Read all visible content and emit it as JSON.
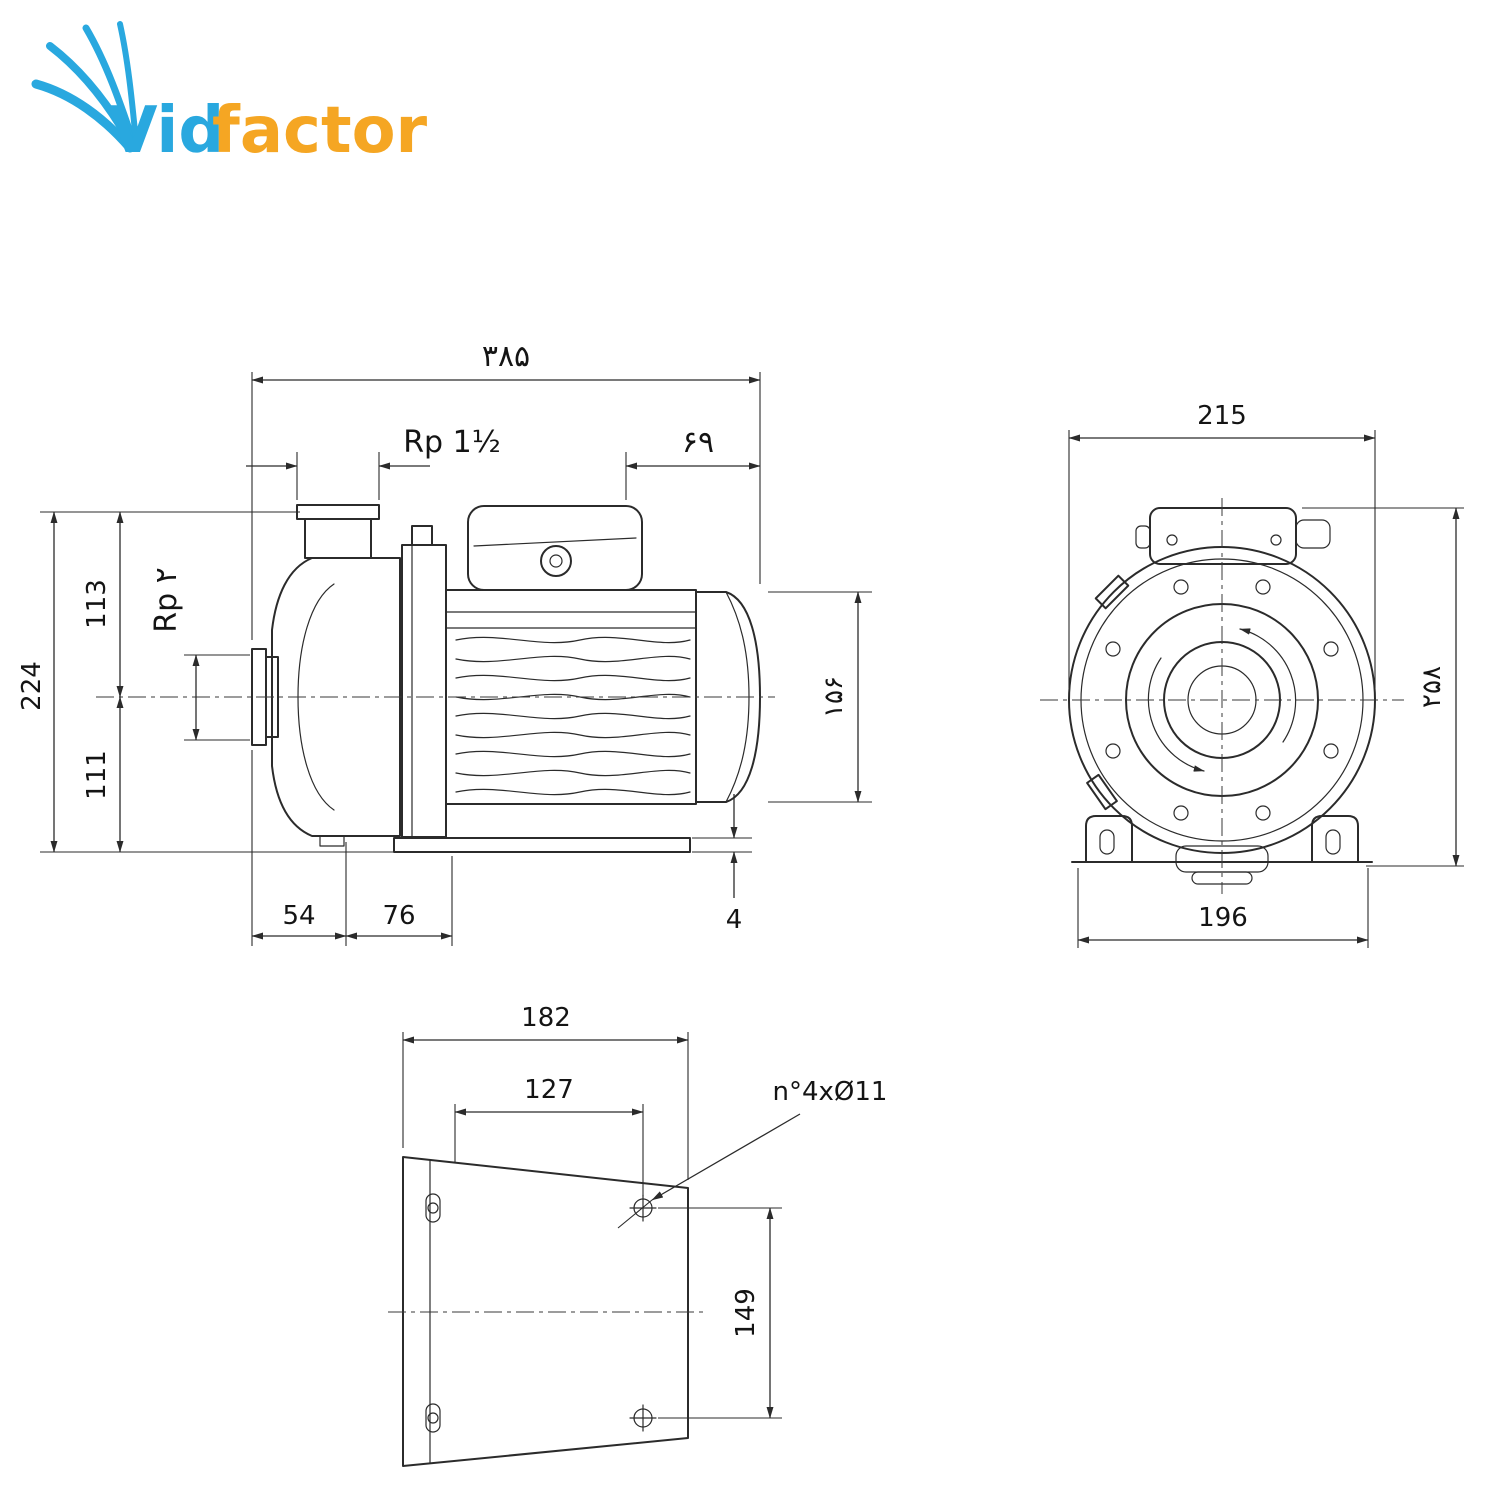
{
  "logo": {
    "vid": "Vid",
    "factor": "factor"
  },
  "colors": {
    "logo_blue": "#29A8DF",
    "logo_orange": "#F5A623",
    "line": "#2b2b2b"
  },
  "side_view": {
    "total_length": "۳۸۵",
    "discharge_port": "Rp 1½",
    "terminal_offset": "۶۹",
    "suction_port": "Rp ۲",
    "height_above_axis": "113",
    "total_height": "224",
    "height_below_axis": "111",
    "motor_diameter": "۱۵۶",
    "foot_offset_a": "54",
    "foot_offset_b": "76",
    "foot_thickness": "4"
  },
  "front_view": {
    "width": "215",
    "height": "۲۵۸",
    "base_width": "196"
  },
  "bottom_view": {
    "plate_width": "182",
    "hole_spacing_x": "127",
    "holes_note": "n°4xØ11",
    "hole_spacing_y": "149"
  }
}
